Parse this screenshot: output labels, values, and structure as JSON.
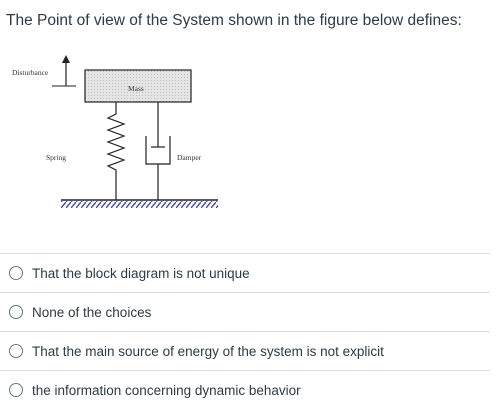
{
  "question": {
    "text": "The Point of view of the System shown in the figure below defines:"
  },
  "figure": {
    "labels": {
      "disturbance": "Disturbance",
      "mass": "Mass",
      "spring": "Spring",
      "damper": "Damper"
    }
  },
  "answers": [
    {
      "label": "That the block diagram is not unique",
      "selected": false
    },
    {
      "label": "None of the choices",
      "selected": false
    },
    {
      "label": "That the main source of energy of the system is not explicit",
      "selected": false
    },
    {
      "label": "the information concerning dynamic behavior",
      "selected": false
    }
  ],
  "colors": {
    "text": "#2d3b45",
    "divider": "#d9dde0",
    "ground_hatch": "#4a4aa8",
    "mass_fill": "#e4e4e4"
  }
}
